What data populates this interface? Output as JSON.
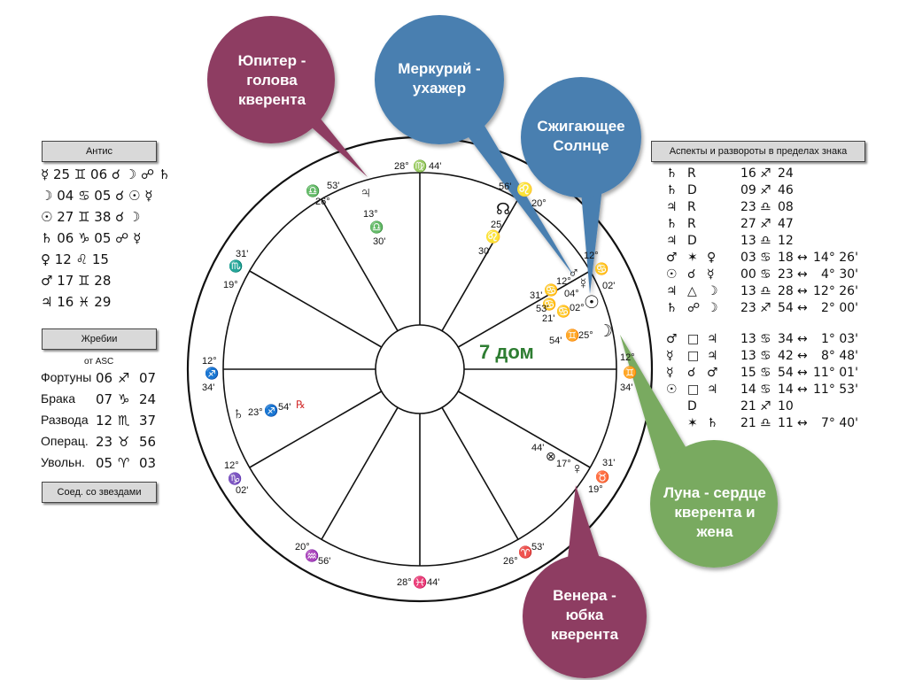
{
  "antis": {
    "title": "Антис",
    "rows": [
      "☿ 25 ♊ 06 ☌ ☽ ☍ ♄",
      "☽ 04 ♋ 05 ☌ ☉ ☿",
      "☉ 27 ♊ 38 ☌ ☽",
      "♄ 06 ♑ 05 ☍ ☿",
      "♀ 12 ♌ 15",
      "♂ 17 ♊ 28",
      "♃ 16 ♓ 29"
    ]
  },
  "lots": {
    "title": "Жребии",
    "subtitle": "от ASC",
    "rows": [
      {
        "name": "Фортуны",
        "deg": "06",
        "sign": "♐",
        "min": "07"
      },
      {
        "name": "Брака",
        "deg": "07",
        "sign": "♑",
        "min": "24"
      },
      {
        "name": "Развода",
        "deg": "12",
        "sign": "♏",
        "min": "37"
      },
      {
        "name": "Операц.",
        "deg": "23",
        "sign": "♉",
        "min": "56"
      },
      {
        "name": "Увольн.",
        "deg": "05",
        "sign": "♈",
        "min": "03"
      }
    ],
    "stars_button": "Соед. со звездами"
  },
  "aspects": {
    "title": "Аспекты и развороты в пределах знака",
    "group1": [
      {
        "p1": "♄",
        "asp": "R",
        "p2": "",
        "d1": "16",
        "s1": "♐",
        "m1": "24",
        "arrow": "",
        "res": ""
      },
      {
        "p1": "♄",
        "asp": "D",
        "p2": "",
        "d1": "09",
        "s1": "♐",
        "m1": "46",
        "arrow": "",
        "res": ""
      },
      {
        "p1": "♃",
        "asp": "R",
        "p2": "",
        "d1": "23",
        "s1": "♎",
        "m1": "08",
        "arrow": "",
        "res": ""
      },
      {
        "p1": "♄",
        "asp": "R",
        "p2": "",
        "d1": "27",
        "s1": "♐",
        "m1": "47",
        "arrow": "",
        "res": ""
      },
      {
        "p1": "♃",
        "asp": "D",
        "p2": "",
        "d1": "13",
        "s1": "♎",
        "m1": "12",
        "arrow": "",
        "res": ""
      },
      {
        "p1": "♂",
        "asp": "✶",
        "p2": "♀",
        "d1": "03",
        "s1": "♋",
        "m1": "18",
        "arrow": "↔",
        "res": "14° 26'"
      },
      {
        "p1": "☉",
        "asp": "☌",
        "p2": "☿",
        "d1": "00",
        "s1": "♋",
        "m1": "23",
        "arrow": "↔",
        "res": "4° 30'"
      },
      {
        "p1": "♃",
        "asp": "△",
        "p2": "☽",
        "d1": "13",
        "s1": "♎",
        "m1": "28",
        "arrow": "↔",
        "res": "12° 26'"
      },
      {
        "p1": "♄",
        "asp": "☍",
        "p2": "☽",
        "d1": "23",
        "s1": "♐",
        "m1": "54",
        "arrow": "↔",
        "res": "2° 00'"
      }
    ],
    "group2": [
      {
        "p1": "♂",
        "asp": "□",
        "p2": "♃",
        "d1": "13",
        "s1": "♋",
        "m1": "34",
        "arrow": "↔",
        "res": "1° 03'"
      },
      {
        "p1": "☿",
        "asp": "□",
        "p2": "♃",
        "d1": "13",
        "s1": "♋",
        "m1": "42",
        "arrow": "↔",
        "res": "8° 48'"
      },
      {
        "p1": "☿",
        "asp": "☌",
        "p2": "♂",
        "d1": "15",
        "s1": "♋",
        "m1": "54",
        "arrow": "↔",
        "res": "11° 01'"
      },
      {
        "p1": "☉",
        "asp": "□",
        "p2": "♃",
        "d1": "14",
        "s1": "♋",
        "m1": "14",
        "arrow": "↔",
        "res": "11° 53'"
      },
      {
        "p1": "",
        "asp": "D",
        "p2": "",
        "d1": "21",
        "s1": "♐",
        "m1": "10",
        "arrow": "",
        "res": ""
      },
      {
        "p1": "",
        "asp": "✶",
        "p2": "♄",
        "d1": "21",
        "s1": "♎",
        "m1": "11",
        "arrow": "↔",
        "res": "7° 40'"
      }
    ]
  },
  "chart": {
    "house_label": "7 дом",
    "cusps": {
      "mc": {
        "deg": "28°",
        "sign": "♍",
        "min": "44'"
      },
      "ic": {
        "deg": "28°",
        "sign": "♓",
        "min": "44'"
      },
      "asc": {
        "deg": "12°",
        "sign": "♐",
        "min": "34'"
      },
      "dsc": {
        "deg": "12°",
        "sign": "♊",
        "min": "34'"
      },
      "h11": {
        "deg": "26°",
        "sign": "♎",
        "min": "53'"
      },
      "h12": {
        "deg": "19°",
        "sign": "♏",
        "min": "31'"
      },
      "h2": {
        "deg": "02'",
        "sign": "♑",
        "min": "12°"
      },
      "h3": {
        "deg": "20°",
        "sign": "♒",
        "min": "56'"
      },
      "h5": {
        "deg": "26°",
        "sign": "♈",
        "min": "53'"
      },
      "h6": {
        "deg": "19°",
        "sign": "♉",
        "min": "31'"
      },
      "h8": {
        "deg": "02'",
        "sign": "♋",
        "min": "12°"
      },
      "h9": {
        "deg": "56'",
        "sign": "♌",
        "min": "20°"
      }
    },
    "planets": {
      "jupiter": {
        "glyph": "♃",
        "deg": "13°",
        "sign": "♎",
        "min": "30'"
      },
      "saturn": {
        "glyph": "♄",
        "deg": "23°",
        "sign": "♐",
        "min": "54'",
        "retro": "℞"
      },
      "node": {
        "glyph": "☊",
        "deg": "25",
        "sign": "♌",
        "min": "30"
      },
      "mars": {
        "glyph": "♂",
        "deg": "12°",
        "sign": "♋",
        "min": "31'"
      },
      "mercury": {
        "glyph": "☿",
        "deg": "04°",
        "sign": "♋",
        "min": "53'"
      },
      "sun": {
        "glyph": "☉",
        "deg": "02°",
        "sign": "♋",
        "min": "21'"
      },
      "moon": {
        "glyph": "☽",
        "deg": "25°",
        "sign": "♊",
        "min": "54'"
      },
      "venus": {
        "glyph": "♀",
        "deg": "17°",
        "sign": "♉",
        "min": "44'"
      },
      "fortune": {
        "glyph": "⊗",
        "deg": "",
        "sign": "♉",
        "min": ""
      }
    }
  },
  "bubbles": {
    "jupiter": "Юпитер - голова кверента",
    "mercury": "Меркурий - ухажер",
    "sun": "Сжигающее Солнце",
    "moon": "Луна - сердце кверента и жена",
    "venus": "Венера - юбка кверента"
  },
  "colors": {
    "purple": "#8e3e62",
    "blue": "#4a7fb0",
    "green": "#79aa61",
    "house_label": "#2e7d32",
    "retro": "#d32f2f"
  }
}
